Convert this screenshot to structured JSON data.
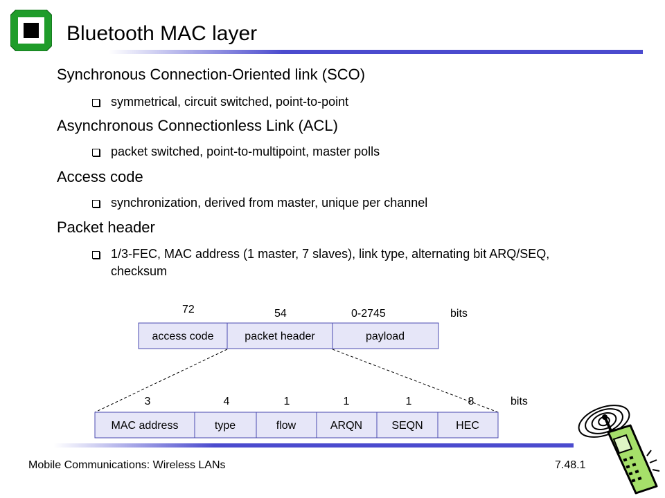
{
  "colors": {
    "accent": "#4b4bce",
    "logo_green": "#1f9c2a",
    "box_fill": "#e6e6f8",
    "box_stroke": "#4b4bb0",
    "phone_green": "#a6e06a"
  },
  "header": {
    "title": "Bluetooth MAC layer",
    "logo_icon": "university-logo-icon"
  },
  "bullets": [
    {
      "label": "Synchronous Connection-Oriented link (SCO)",
      "sub": [
        "symmetrical, circuit switched, point-to-point"
      ]
    },
    {
      "label": "Asynchronous Connectionless Link (ACL)",
      "sub": [
        "packet switched, point-to-multipoint, master polls"
      ]
    },
    {
      "label": "Access code",
      "sub": [
        "synchronization, derived from master, unique per channel"
      ]
    },
    {
      "label": "Packet header",
      "sub": [
        "1/3-FEC, MAC address (1 master, 7 slaves), link type, alternating bit ARQ/SEQ, checksum"
      ]
    }
  ],
  "packet": {
    "fields": [
      {
        "name": "access code",
        "bits": "72"
      },
      {
        "name": "packet header",
        "bits": "54"
      },
      {
        "name": "payload",
        "bits": "0-2745"
      }
    ],
    "unit": "bits"
  },
  "header_detail": {
    "fields": [
      {
        "name": "MAC address",
        "bits": "3"
      },
      {
        "name": "type",
        "bits": "4"
      },
      {
        "name": "flow",
        "bits": "1"
      },
      {
        "name": "ARQN",
        "bits": "1"
      },
      {
        "name": "SEQN",
        "bits": "1"
      },
      {
        "name": "HEC",
        "bits": "8"
      }
    ],
    "unit": "bits"
  },
  "footer": {
    "left": "Mobile Communications: Wireless LANs",
    "right": "7.48.1",
    "phone_icon": "mobile-phone-icon"
  }
}
